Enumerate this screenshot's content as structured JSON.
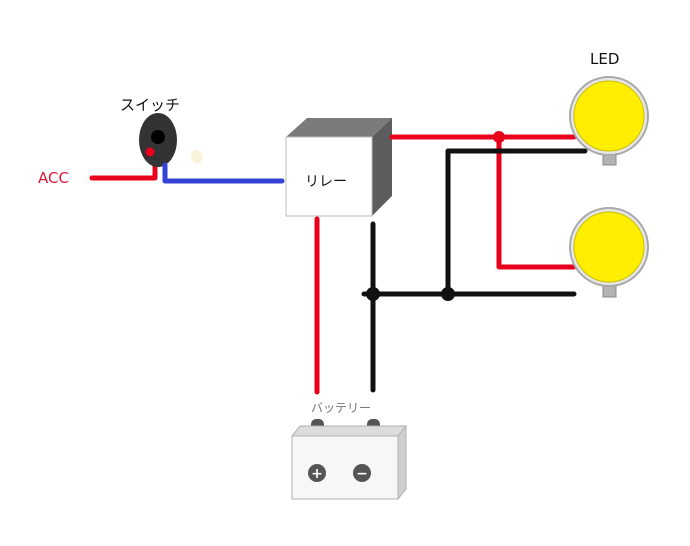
{
  "labels": {
    "acc": "ACC",
    "switch": "スイッチ",
    "relay": "リレー",
    "led": "LED",
    "battery": "バッテリー"
  },
  "battery_terminals": {
    "positive": "+",
    "negative": "−"
  },
  "colors": {
    "positive_wire": "#e8001c",
    "ground_wire": "#111111",
    "switch_signal_wire": "#3443d6",
    "acc_label": "#e0173c",
    "led_lens": "#ffee00",
    "relay_front": "#ffffff",
    "relay_top": "#7b7b7b",
    "relay_side": "#5c5c5c",
    "battery_body": "#f7f7f7",
    "battery_terminal": "#555555",
    "battery_top": "#dcdcdc",
    "switch_body": "#333333",
    "junction": "#e8001c"
  },
  "icons": {
    "switch": "toggle-switch-icon",
    "relay": "relay-box-icon",
    "led": "round-led-lamp-icon",
    "battery": "car-battery-icon"
  }
}
